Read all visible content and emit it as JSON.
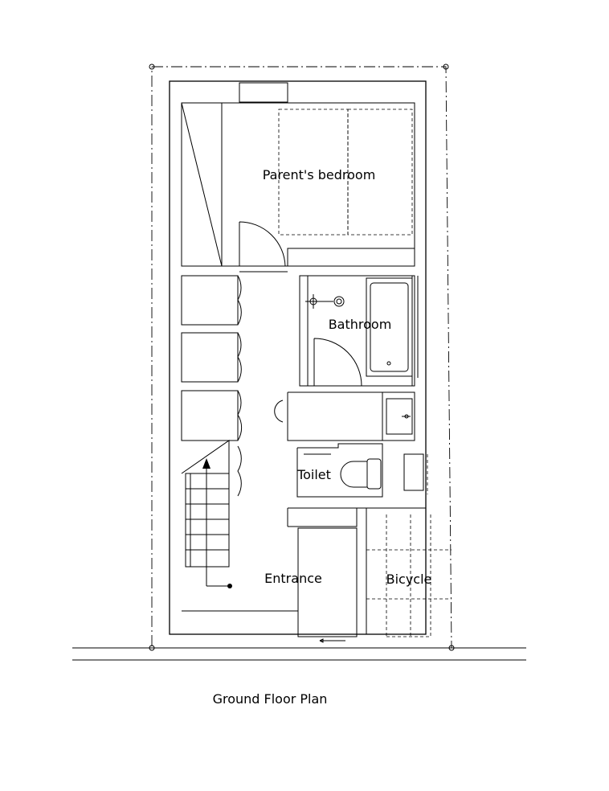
{
  "plan": {
    "caption": "Ground Floor Plan",
    "rooms": {
      "parents_bedroom": "Parent's bedroom",
      "bathroom": "Bathroom",
      "toilet": "Toilet",
      "entrance": "Entrance",
      "bicycle": "Bicycle"
    }
  }
}
